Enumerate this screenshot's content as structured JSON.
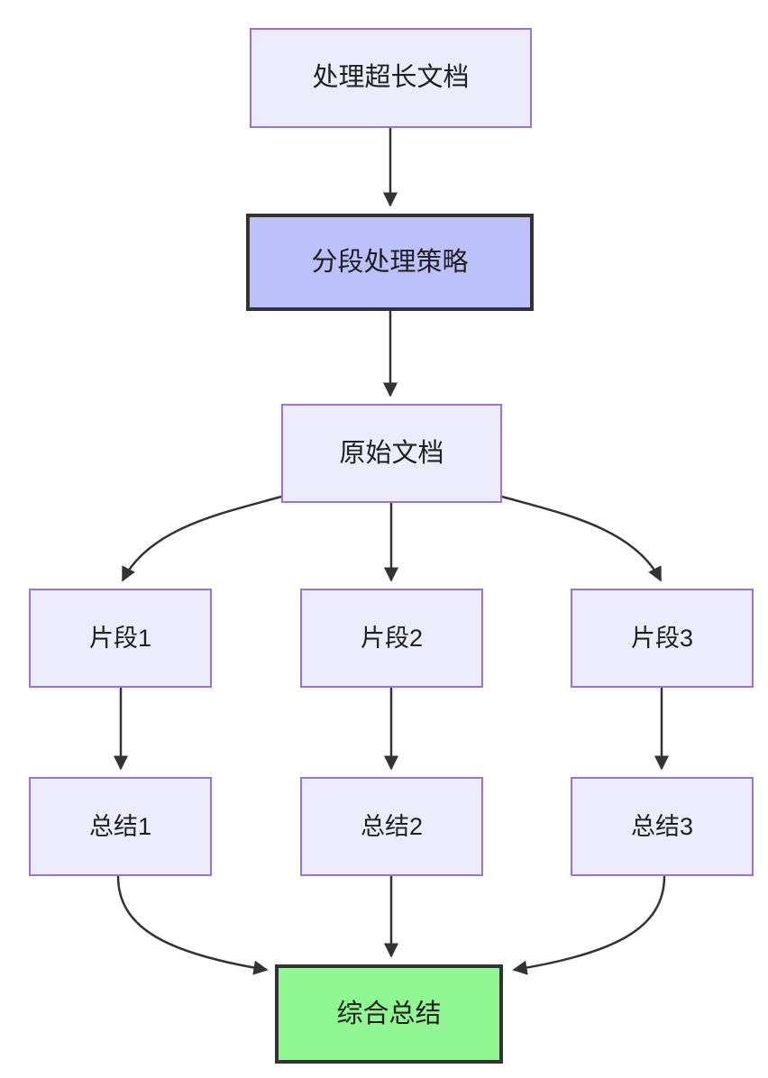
{
  "diagram": {
    "type": "flowchart",
    "direction": "top-down",
    "title": "",
    "background_color": "#ffffff",
    "palette": {
      "default_fill": "#ececfd",
      "default_stroke": "#9a72e0",
      "highlight_fill": "#bcc0fb",
      "highlight_stroke": "#333333",
      "final_fill": "#91f792",
      "final_stroke": "#333333",
      "edge_color": "#333333",
      "text_color": "#1f1f1f"
    },
    "nodes": [
      {
        "id": "n1",
        "label": "处理超长文档",
        "style": "default"
      },
      {
        "id": "n2",
        "label": "分段处理策略",
        "style": "highlight"
      },
      {
        "id": "n3",
        "label": "原始文档",
        "style": "default"
      },
      {
        "id": "n4",
        "label": "片段1",
        "style": "default"
      },
      {
        "id": "n5",
        "label": "片段2",
        "style": "default"
      },
      {
        "id": "n6",
        "label": "片段3",
        "style": "default"
      },
      {
        "id": "n7",
        "label": "总结1",
        "style": "default"
      },
      {
        "id": "n8",
        "label": "总结2",
        "style": "default"
      },
      {
        "id": "n9",
        "label": "总结3",
        "style": "default"
      },
      {
        "id": "n10",
        "label": "综合总结",
        "style": "final"
      }
    ],
    "edges": [
      {
        "from": "n1",
        "to": "n2",
        "shape": "straight"
      },
      {
        "from": "n2",
        "to": "n3",
        "shape": "straight"
      },
      {
        "from": "n3",
        "to": "n4",
        "shape": "curved"
      },
      {
        "from": "n3",
        "to": "n5",
        "shape": "straight"
      },
      {
        "from": "n3",
        "to": "n6",
        "shape": "curved"
      },
      {
        "from": "n4",
        "to": "n7",
        "shape": "straight"
      },
      {
        "from": "n5",
        "to": "n8",
        "shape": "straight"
      },
      {
        "from": "n6",
        "to": "n9",
        "shape": "straight"
      },
      {
        "from": "n7",
        "to": "n10",
        "shape": "curved"
      },
      {
        "from": "n8",
        "to": "n10",
        "shape": "straight"
      },
      {
        "from": "n9",
        "to": "n10",
        "shape": "curved"
      }
    ]
  }
}
